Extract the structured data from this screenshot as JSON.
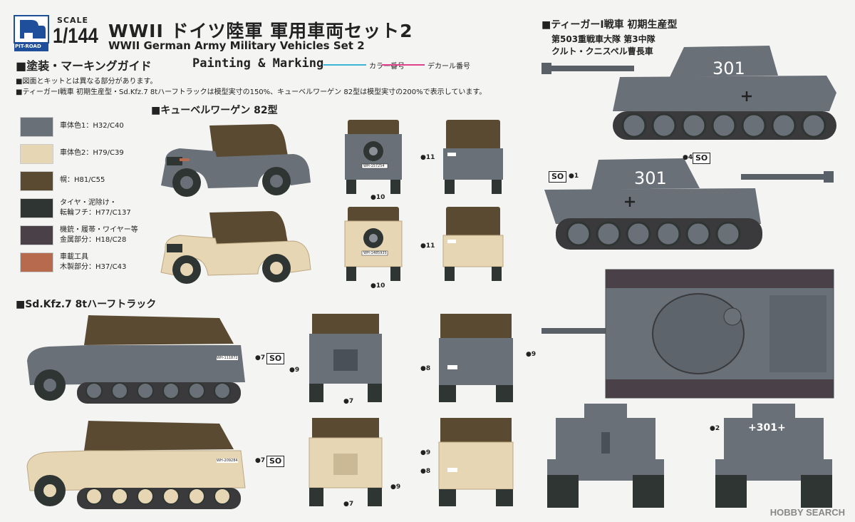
{
  "brand": {
    "logo_text": "PIT-ROAD",
    "scale_word": "SCALE",
    "scale_value": "1/144"
  },
  "title": {
    "jp": "WWII ドイツ陸軍 軍用車両セット2",
    "en": "WWII German Army Military Vehicles Set 2"
  },
  "guide": {
    "title_jp": "■塗装・マーキングガイド",
    "title_en": "Painting & Marking",
    "legend": [
      {
        "label": "カラー番号",
        "color": "#3cb4d8"
      },
      {
        "label": "デカール番号",
        "color": "#e0408c"
      }
    ],
    "notes": [
      "■図面とキットとは異なる部分があります。",
      "■ティーガーⅠ戦車 初期生産型・Sd.Kfz.7 8tハーフトラックは模型実寸の150%、キューベルワーゲン 82型は模型実寸の200%で表示しています。"
    ]
  },
  "colors": [
    {
      "label": "車体色1：H32/C40",
      "hex": "#6a7078"
    },
    {
      "label": "車体色2：H79/C39",
      "hex": "#e6d6b4"
    },
    {
      "label": "幌：H81/C55",
      "hex": "#5a4a32"
    },
    {
      "label": "タイヤ・泥除け・\n転輪フチ：H77/C137",
      "hex": "#2e3532"
    },
    {
      "label": "機銃・履帯・ワイヤー等\n金属部分：H18/C28",
      "hex": "#4a4048"
    },
    {
      "label": "車載工具\n木製部分：H37/C43",
      "hex": "#b86a4e"
    }
  ],
  "sections": {
    "kubel": "■キューベルワーゲン 82型",
    "halftrack": "■Sd.Kfz.7 8tハーフトラック",
    "tiger": "■ティーガーⅠ戦車 初期生産型"
  },
  "tiger_unit": {
    "line1": "第503重戦車大隊 第3中隊",
    "line2": "クルト・クニスペル曹長車"
  },
  "markings": {
    "turret_number": "301",
    "kubel_plate_grey": "WH-157254",
    "kubel_plate_sand": "WH-1485935",
    "ht_plate_grey": "WH-111872",
    "ht_plate_sand": "WH-209284",
    "so": "SO",
    "turret_number_rear": "+301+"
  },
  "callouts": {
    "c1": "1",
    "c2": "2",
    "c4": "4",
    "c7": "7",
    "c8": "8",
    "c9": "9",
    "c10": "10",
    "c11": "11"
  },
  "watermark": "HOBBY SEARCH"
}
